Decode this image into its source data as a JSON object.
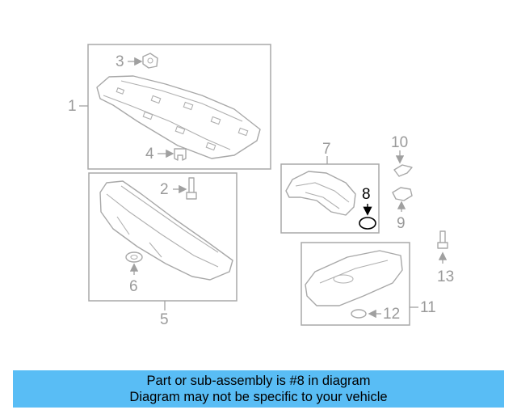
{
  "diagram": {
    "labels": {
      "p1": "1",
      "p2": "2",
      "p3": "3",
      "p4": "4",
      "p5": "5",
      "p6": "6",
      "p7": "7",
      "p8": "8",
      "p9": "9",
      "p10": "10",
      "p11": "11",
      "p12": "12",
      "p13": "13"
    },
    "highlighted_part": "8",
    "line_color": "#a8a8a8",
    "highlight_color": "#000000"
  },
  "banner": {
    "line1": "Part or sub-assembly is #8 in diagram",
    "line2": "Diagram may not be specific to your vehicle",
    "background": "#59bdf5"
  }
}
